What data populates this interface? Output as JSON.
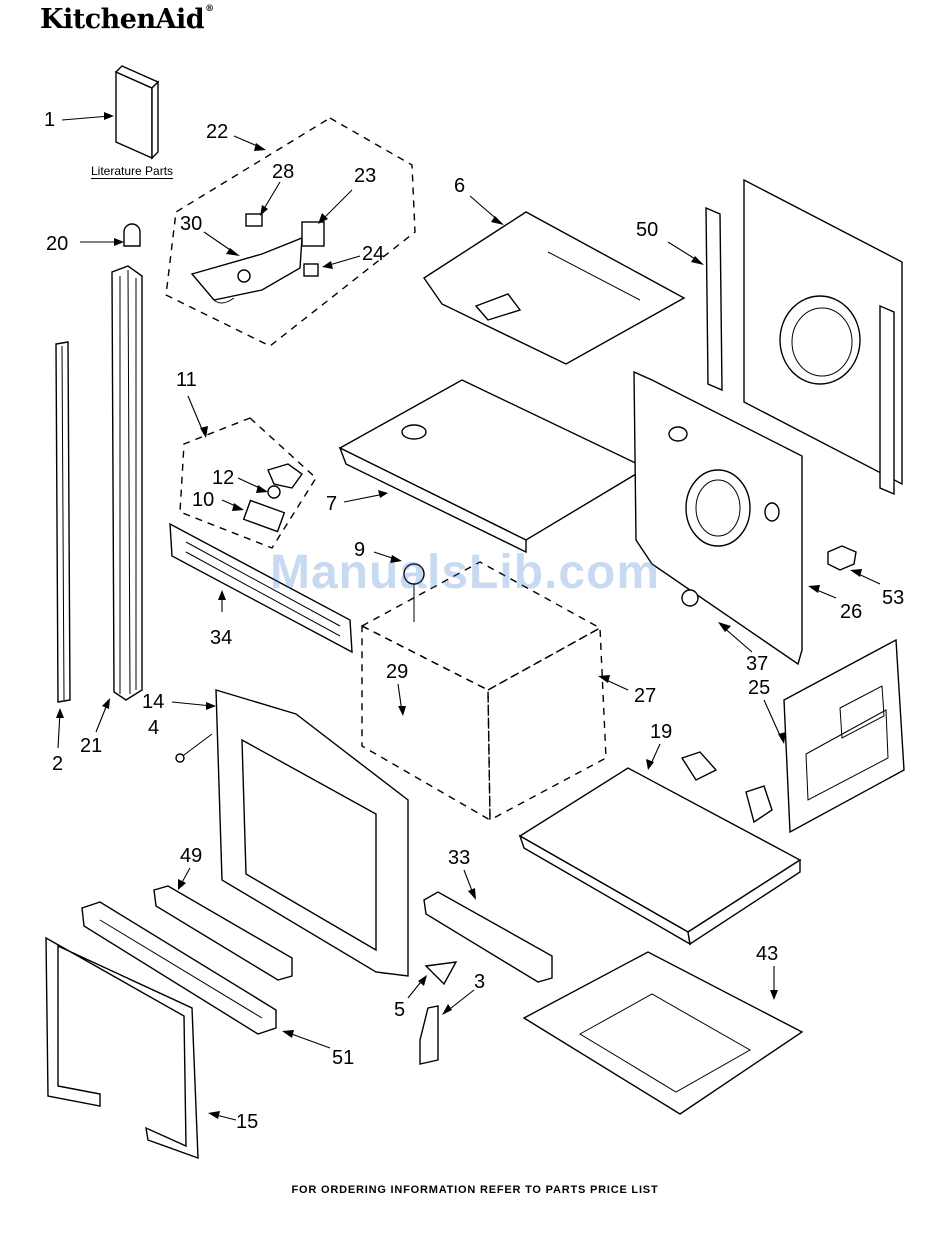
{
  "brand": {
    "name": "KitchenAid",
    "mark": "®"
  },
  "literature_label": "Literature Parts",
  "footer": "FOR ORDERING INFORMATION REFER TO PARTS PRICE LIST",
  "watermark": "ManualsLib.com",
  "callouts": [
    "1",
    "22",
    "28",
    "23",
    "30",
    "24",
    "20",
    "6",
    "50",
    "11",
    "12",
    "10",
    "7",
    "9",
    "34",
    "53",
    "26",
    "37",
    "29",
    "27",
    "25",
    "14",
    "4",
    "2",
    "21",
    "19",
    "49",
    "33",
    "43",
    "5",
    "3",
    "51",
    "15"
  ]
}
